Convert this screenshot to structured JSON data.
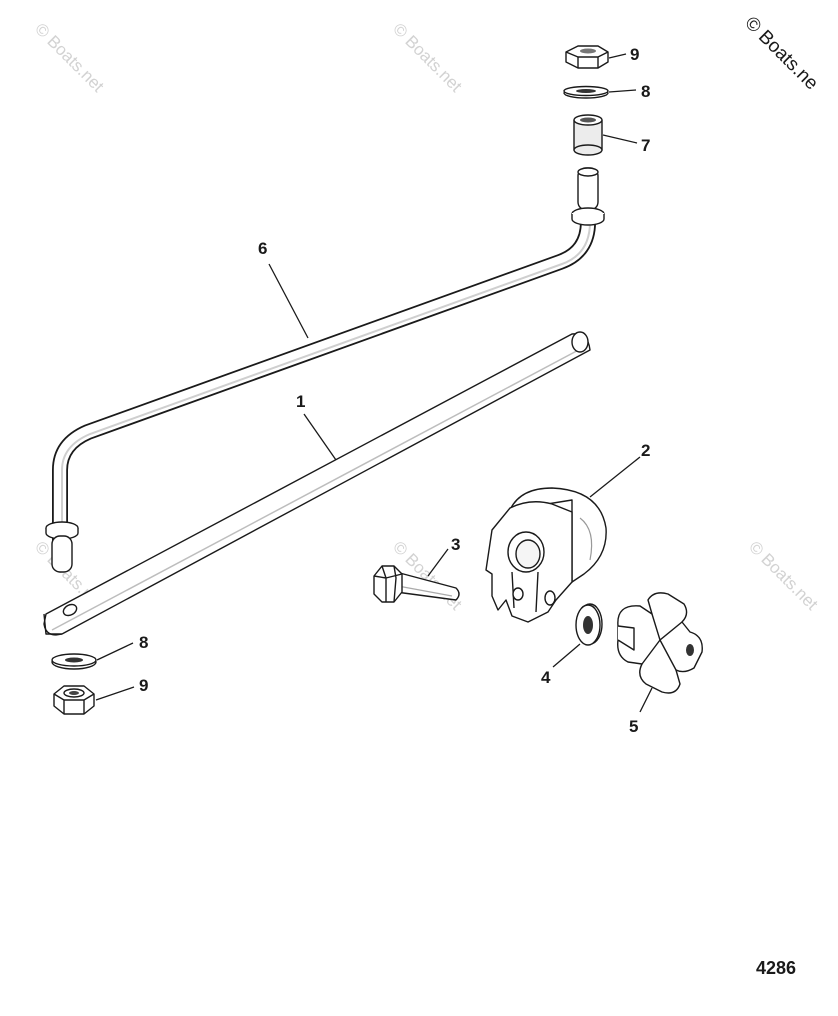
{
  "watermark": {
    "text": "© Boats.net"
  },
  "corner_watermark": {
    "text": "© Boats.ne"
  },
  "figure_number": "4286",
  "callouts": [
    {
      "id": "c9-top",
      "label": "9"
    },
    {
      "id": "c8-top",
      "label": "8"
    },
    {
      "id": "c7",
      "label": "7"
    },
    {
      "id": "c6",
      "label": "6"
    },
    {
      "id": "c1",
      "label": "1"
    },
    {
      "id": "c2",
      "label": "2"
    },
    {
      "id": "c3",
      "label": "3"
    },
    {
      "id": "c4",
      "label": "4"
    },
    {
      "id": "c5",
      "label": "5"
    },
    {
      "id": "c8-bot",
      "label": "8"
    },
    {
      "id": "c9-bot",
      "label": "9"
    }
  ]
}
